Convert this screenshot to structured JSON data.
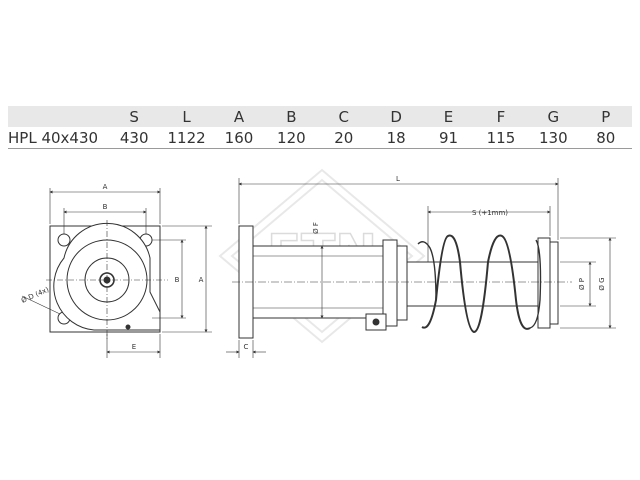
{
  "table": {
    "columns": [
      "",
      "S",
      "L",
      "A",
      "B",
      "C",
      "D",
      "E",
      "F",
      "G",
      "P"
    ],
    "row": [
      "HPL 40x430",
      "430",
      "1122",
      "160",
      "120",
      "20",
      "18",
      "91",
      "115",
      "130",
      "80"
    ]
  },
  "watermark": "ETN",
  "dims": {
    "A": "A",
    "B": "B",
    "E": "E",
    "D": "Ø D (4x)",
    "L": "L",
    "S": "S (+1mm)",
    "C": "C",
    "F": "Ø F",
    "P": "Ø P",
    "G": "Ø G"
  }
}
